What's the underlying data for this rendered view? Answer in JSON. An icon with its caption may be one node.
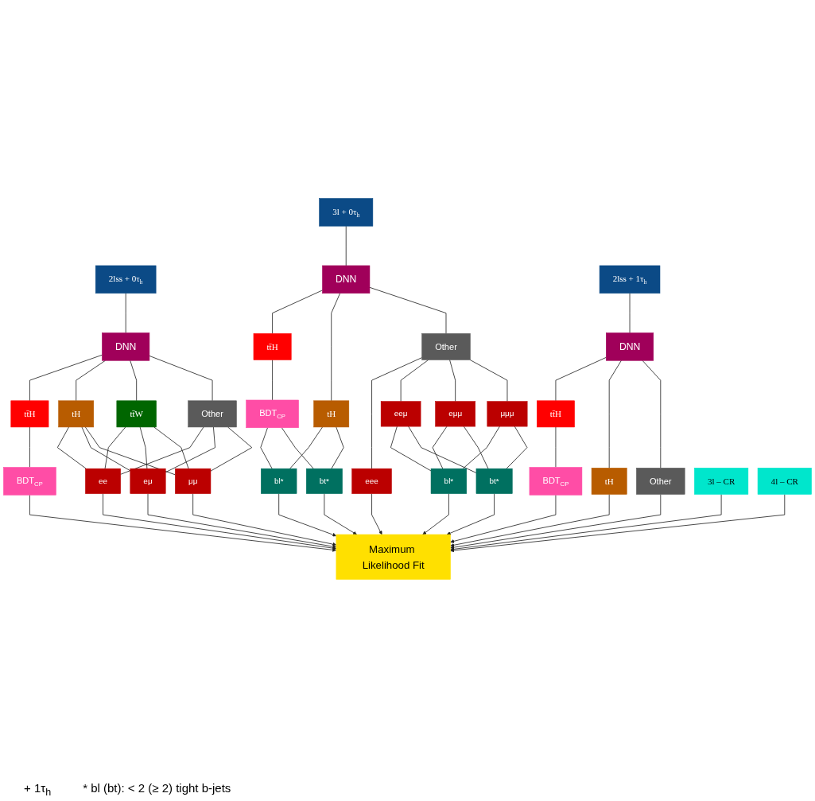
{
  "diagram": {
    "nodes": [
      {
        "text": [
          "2lss + 0τ$_{h}$"
        ]
      },
      {
        "text": [
          "DNN"
        ]
      },
      {
        "text": [
          "tt̄H"
        ]
      },
      {
        "text": [
          "tH"
        ]
      },
      {
        "text": [
          "tt̄W"
        ]
      },
      {
        "text": [
          "Other"
        ]
      },
      {
        "text": [
          "BDT$_{CP}$"
        ]
      },
      {
        "text": [
          "ee"
        ]
      },
      {
        "text": [
          "eμ"
        ]
      },
      {
        "text": [
          "μμ"
        ]
      },
      {
        "text": [
          "3l + 0τ$_{h}$"
        ]
      },
      {
        "text": [
          "DNN"
        ]
      },
      {
        "text": [
          "tt̄H"
        ]
      },
      {
        "text": [
          "tH"
        ]
      },
      {
        "text": [
          "Other"
        ]
      },
      {
        "text": [
          "BDT$_{CP}$"
        ]
      },
      {
        "text": [
          "eee"
        ]
      },
      {
        "text": [
          "eeμ"
        ]
      },
      {
        "text": [
          "eμμ"
        ]
      },
      {
        "text": [
          "μμμ"
        ]
      },
      {
        "text": [
          "bl*"
        ]
      },
      {
        "text": [
          "bt*"
        ]
      },
      {
        "text": [
          "bl*"
        ]
      },
      {
        "text": [
          "bt*"
        ]
      },
      {
        "text": [
          "2lss + 1τ$_{h}$"
        ]
      },
      {
        "text": [
          "DNN"
        ]
      },
      {
        "text": [
          "tt̄H"
        ]
      },
      {
        "text": [
          "tH"
        ]
      },
      {
        "text": [
          "Other"
        ]
      },
      {
        "text": [
          "BDT$_{CP}$"
        ]
      },
      {
        "text": [
          "Maximum Likelihood Fit"
        ]
      },
      {
        "text": [
          "3l – CR"
        ]
      },
      {
        "text": [
          "4l – CR"
        ]
      }
    ],
    "edges": [
      {
        "from": 0,
        "to": 1,
        "arrow": "none"
      },
      {
        "from": 1,
        "to": 2,
        "arrow": "none"
      },
      {
        "from": 1,
        "to": 3,
        "arrow": "none"
      },
      {
        "from": 1,
        "to": 4,
        "arrow": "none"
      },
      {
        "from": 1,
        "to": 5,
        "arrow": "none"
      },
      {
        "from": 2,
        "to": 6,
        "arrow": "none"
      },
      {
        "from": 6,
        "to": 30,
        "arrow": "to"
      },
      {
        "from": 3,
        "to": 7,
        "arrow": "none"
      },
      {
        "from": 3,
        "to": 8,
        "arrow": "none"
      },
      {
        "from": 3,
        "to": 9,
        "arrow": "none"
      },
      {
        "from": 4,
        "to": 7,
        "arrow": "none"
      },
      {
        "from": 4,
        "to": 8,
        "arrow": "none"
      },
      {
        "from": 4,
        "to": 9,
        "arrow": "none"
      },
      {
        "from": 5,
        "to": 7,
        "arrow": "none"
      },
      {
        "from": 5,
        "to": 8,
        "arrow": "none"
      },
      {
        "from": 5,
        "to": 9,
        "arrow": "none"
      },
      {
        "from": 7,
        "to": 30,
        "arrow": "to"
      },
      {
        "from": 8,
        "to": 30,
        "arrow": "to"
      },
      {
        "from": 9,
        "to": 30,
        "arrow": "to"
      },
      {
        "from": 10,
        "to": 11,
        "arrow": "none"
      },
      {
        "from": 11,
        "to": 12,
        "arrow": "none"
      },
      {
        "from": 11,
        "to": 13,
        "arrow": "none"
      },
      {
        "from": 11,
        "to": 14,
        "arrow": "none"
      },
      {
        "from": 12,
        "to": 15,
        "arrow": "none"
      },
      {
        "from": 15,
        "to": 20,
        "arrow": "none"
      },
      {
        "from": 15,
        "to": 21,
        "arrow": "none"
      },
      {
        "from": 13,
        "to": 20,
        "arrow": "none"
      },
      {
        "from": 13,
        "to": 21,
        "arrow": "none"
      },
      {
        "from": 14,
        "to": 16,
        "arrow": "none"
      },
      {
        "from": 14,
        "to": 17,
        "arrow": "none"
      },
      {
        "from": 14,
        "to": 18,
        "arrow": "none"
      },
      {
        "from": 14,
        "to": 19,
        "arrow": "none"
      },
      {
        "from": 16,
        "to": 30,
        "arrow": "to"
      },
      {
        "from": 17,
        "to": 22,
        "arrow": "none"
      },
      {
        "from": 17,
        "to": 23,
        "arrow": "none"
      },
      {
        "from": 18,
        "to": 22,
        "arrow": "none"
      },
      {
        "from": 18,
        "to": 23,
        "arrow": "none"
      },
      {
        "from": 19,
        "to": 22,
        "arrow": "none"
      },
      {
        "from": 19,
        "to": 23,
        "arrow": "none"
      },
      {
        "from": 20,
        "to": 30,
        "arrow": "to"
      },
      {
        "from": 21,
        "to": 30,
        "arrow": "to"
      },
      {
        "from": 22,
        "to": 30,
        "arrow": "to"
      },
      {
        "from": 23,
        "to": 30,
        "arrow": "to"
      },
      {
        "from": 24,
        "to": 25,
        "arrow": "none"
      },
      {
        "from": 25,
        "to": 26,
        "arrow": "none"
      },
      {
        "from": 25,
        "to": 27,
        "arrow": "none"
      },
      {
        "from": 25,
        "to": 28,
        "arrow": "none"
      },
      {
        "from": 26,
        "to": 29,
        "arrow": "none"
      },
      {
        "from": 29,
        "to": 30,
        "arrow": "to"
      },
      {
        "from": 27,
        "to": 30,
        "arrow": "to"
      },
      {
        "from": 28,
        "to": 30,
        "arrow": "to"
      },
      {
        "from": 31,
        "to": 30,
        "arrow": "to"
      },
      {
        "from": 32,
        "to": 30,
        "arrow": "to"
      }
    ],
    "labels": [
      "+ 1τ$_{h}$",
      "* bl (bt): < 2 (≥ 2) tight b-jets"
    ]
  }
}
